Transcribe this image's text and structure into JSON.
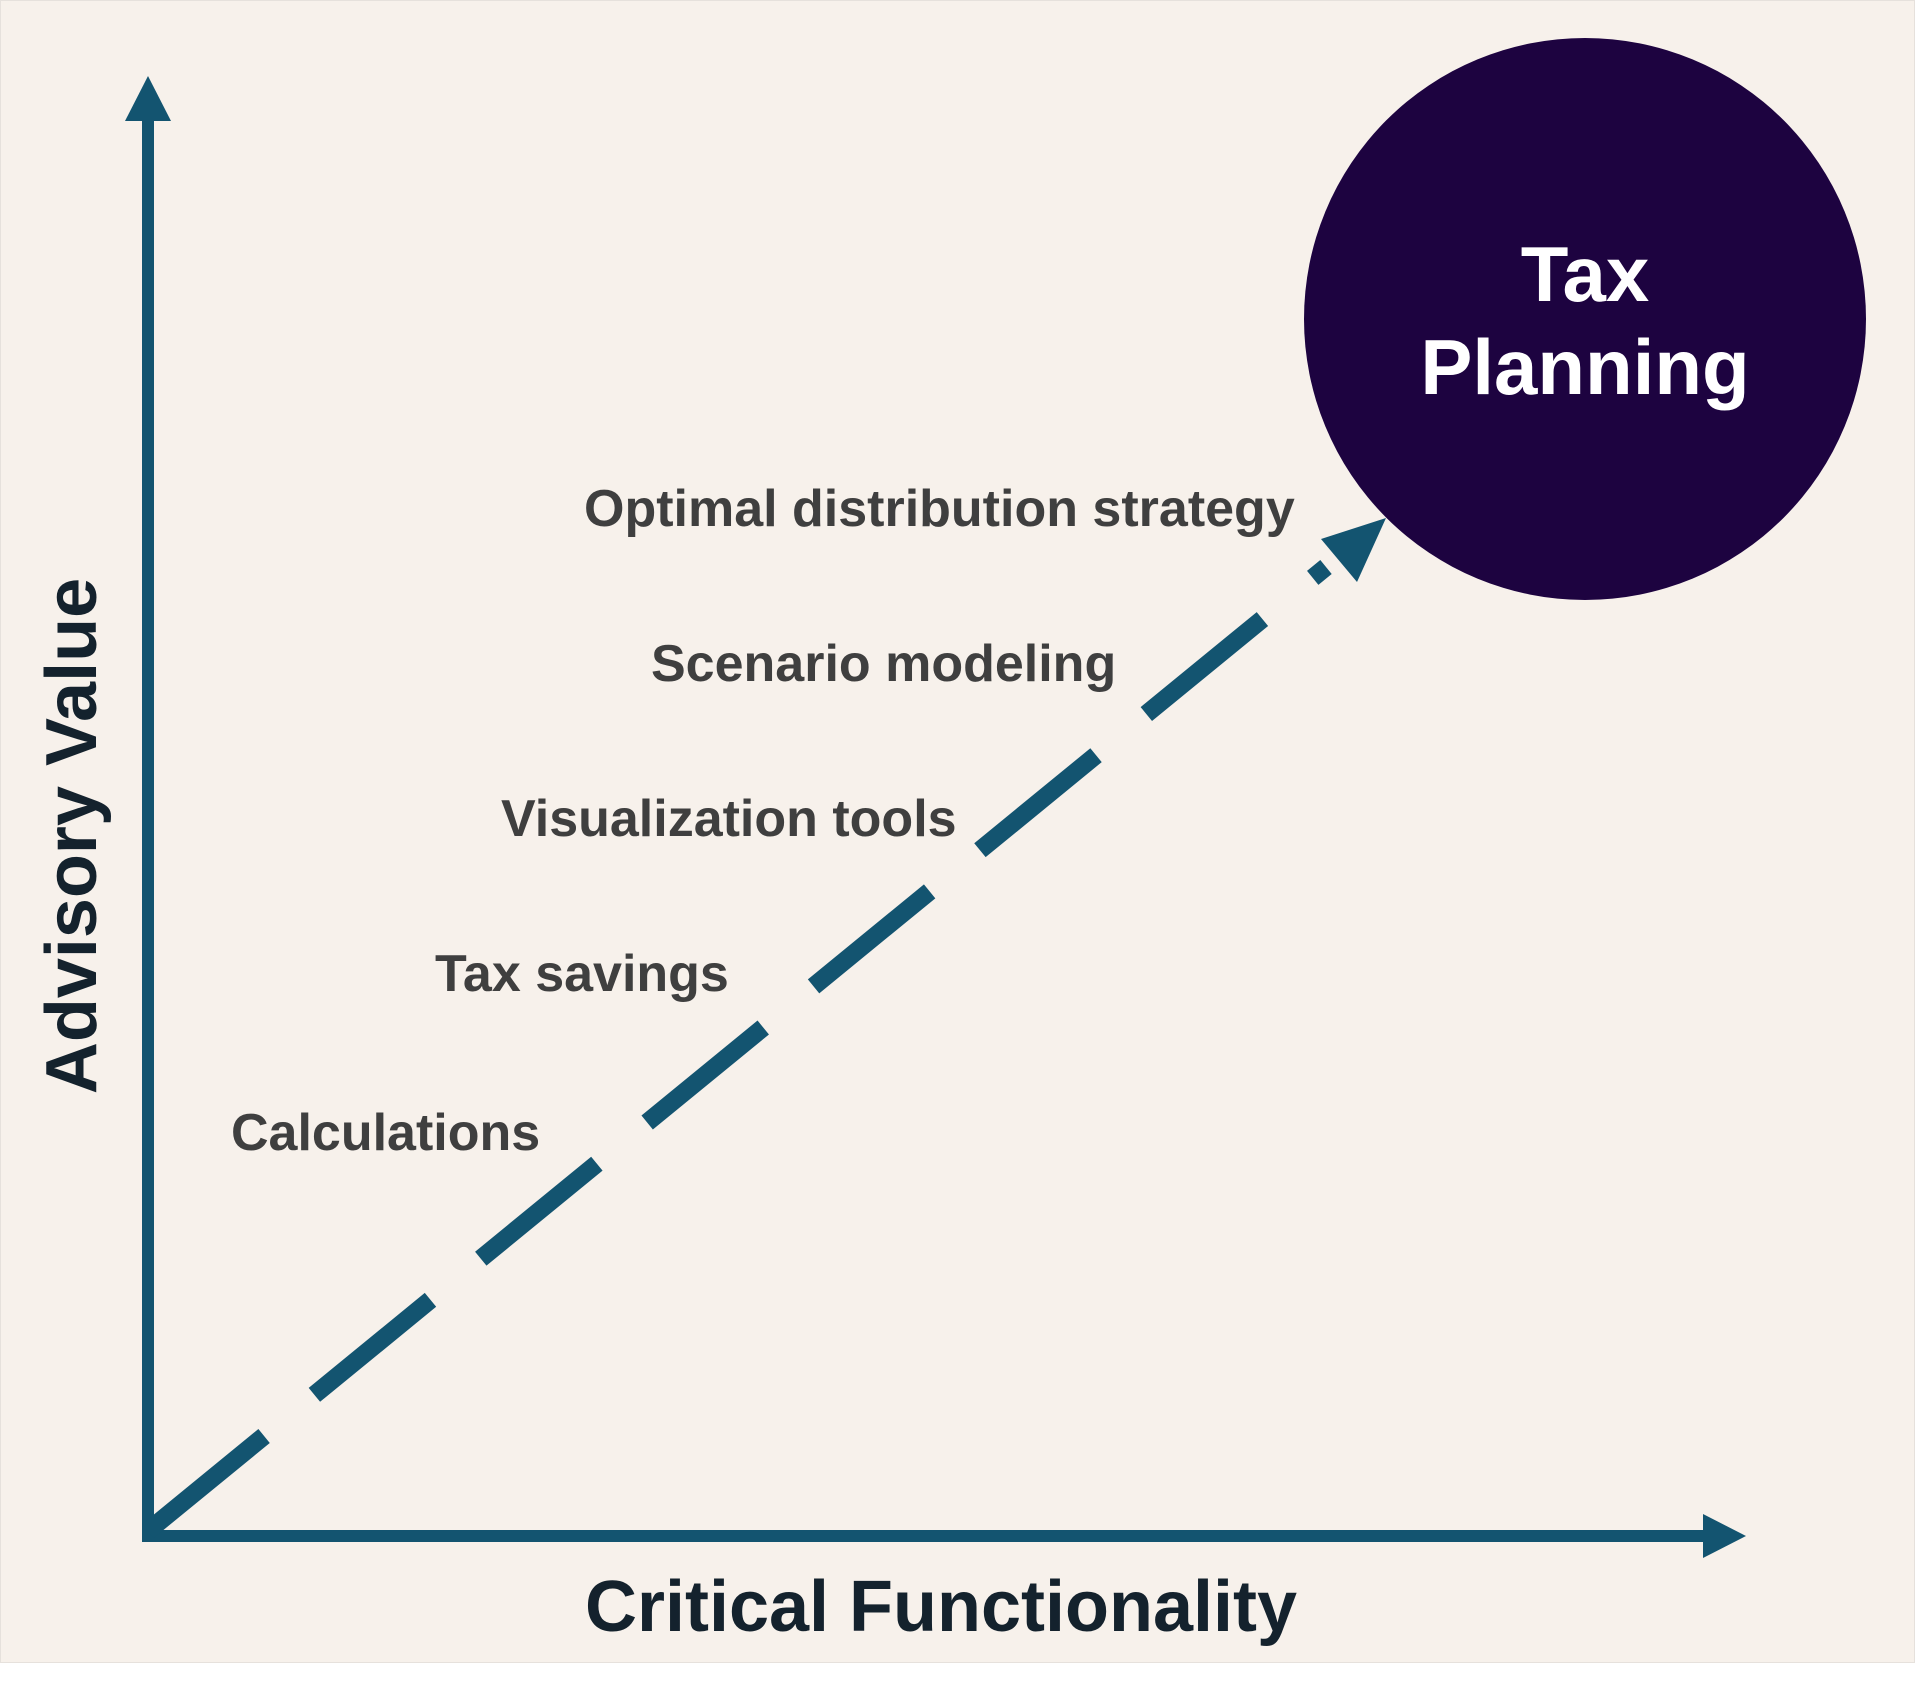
{
  "colors": {
    "background": "#f7f1eb",
    "axis": "#135470",
    "goal_circle": "#1d0340",
    "label_text": "#3f3f3f",
    "axis_text": "#14222d"
  },
  "axes": {
    "x_label": "Critical Functionality",
    "y_label": "Advisory Value"
  },
  "goal": {
    "line1": "Tax",
    "line2": "Planning"
  },
  "steps": [
    {
      "label": "Calculations"
    },
    {
      "label": "Tax savings"
    },
    {
      "label": "Visualization tools"
    },
    {
      "label": "Scenario modeling"
    },
    {
      "label": "Optimal distribution strategy"
    }
  ]
}
